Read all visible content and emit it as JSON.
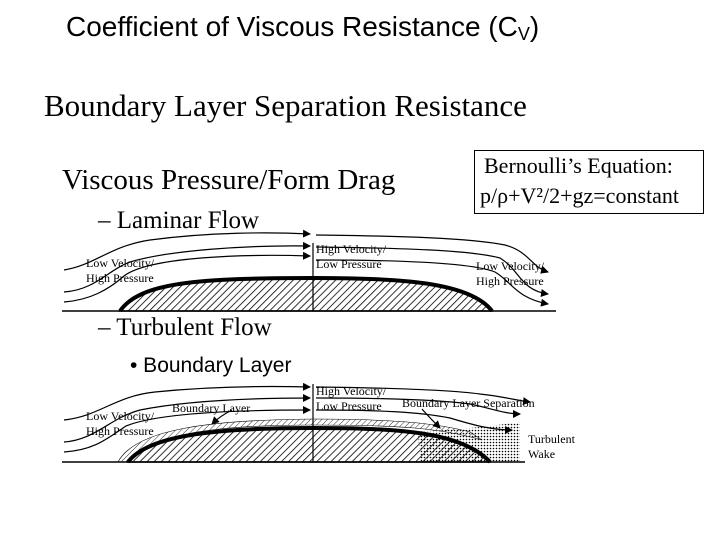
{
  "title": {
    "main": "Coefficient of Viscous Resistance (C",
    "subscript": "V",
    "close": ")"
  },
  "subtitle": "Boundary Layer Separation Resistance",
  "bullets": {
    "viscous": "Viscous Pressure/Form Drag",
    "laminar": "– Laminar Flow",
    "turbulent": "– Turbulent Flow",
    "boundary_layer": "• Boundary Layer"
  },
  "equation": {
    "line1": "Bernoulli’s Equation:",
    "line2": "p/ρ+V²/2+gz=constant"
  },
  "laminar_labels": {
    "left_1": "Low Velocity/",
    "left_2": "High Pressure",
    "mid_1": "High Velocity/",
    "mid_2": "Low Pressure",
    "right_1": "Low Velocity/",
    "right_2": "High Pressure"
  },
  "turbulent_labels": {
    "left_1": "Low Velocity/",
    "left_2": "High Pressure",
    "boundary_layer": "Boundary Layer",
    "mid_1": "High Velocity/",
    "mid_2": "Low Pressure",
    "separation": "Boundary Layer Separation",
    "wake_1": "Turbulent",
    "wake_2": "Wake"
  },
  "colors": {
    "ink": "#000000",
    "background": "#ffffff"
  }
}
